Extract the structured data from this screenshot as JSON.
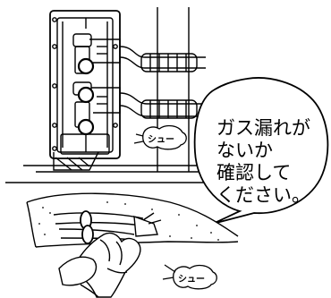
{
  "labels": {
    "hiss_upper": "シュー",
    "hiss_lower": "シュー"
  },
  "speech_bubble": {
    "lines": [
      "ガス漏れが",
      "ないか",
      "確認して",
      "ください。"
    ]
  }
}
